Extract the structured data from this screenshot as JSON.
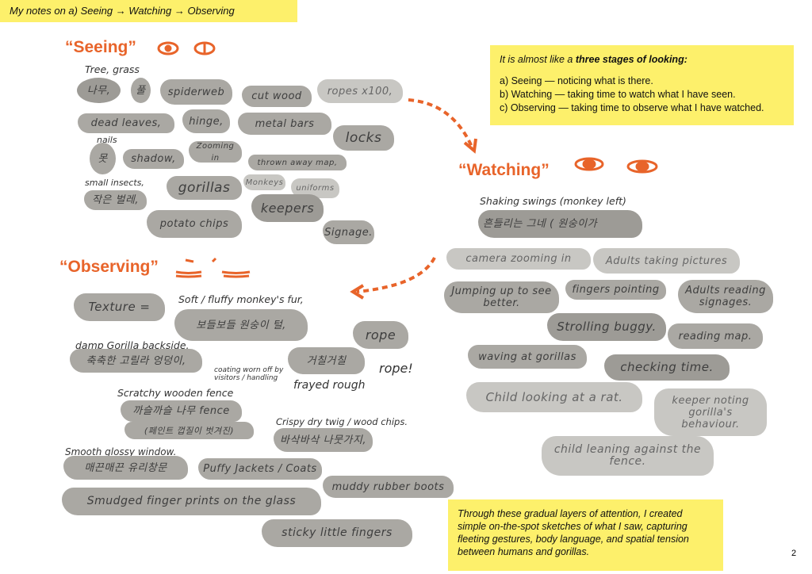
{
  "header": {
    "title": "My notes on a) Seeing → Watching → Observing"
  },
  "stages_box": {
    "intro": "It is almost like a ",
    "intro_bold": "three stages of looking:",
    "items": [
      "a) Seeing — noticing what is there.",
      "b) Watching — taking time to watch what I have seen.",
      "c) Observing — taking time to observe what I have watched."
    ]
  },
  "summary": "Through these gradual layers of attention, I created simple on-the-spot sketches of what I saw, capturing fleeting gestures, body language, and spatial tension between humans and gorillas.",
  "page_number": "2",
  "colors": {
    "accent": "#e8642a",
    "highlight": "#fdf06b",
    "blob": "#aaa8a3"
  },
  "seeing": {
    "title": "“Seeing”",
    "notes": [
      "Tree, grass",
      "nails",
      "small insects,"
    ],
    "blobs": [
      "나무,",
      "풀",
      "spiderweb",
      "cut wood",
      "ropes x100,",
      "dead leaves,",
      "hinge,",
      "metal bars",
      "locks",
      "못",
      "shadow,",
      "Zooming in",
      "thrown away map,",
      "작은 벌레,",
      "gorillas",
      "Monkeys",
      "uniforms",
      "keepers",
      "potato chips",
      "Signage."
    ]
  },
  "watching": {
    "title": "“Watching”",
    "notes": [
      "Shaking swings (monkey left)"
    ],
    "blobs": [
      "흔들리는 그네 ( 원숭이가",
      "camera zooming in",
      "Adults taking pictures",
      "Jumping up to see better.",
      "fingers pointing",
      "Adults reading signages.",
      "Strolling buggy.",
      "reading map.",
      "waving at gorillas",
      "checking time.",
      "Child looking at a rat.",
      "keeper noting gorilla's behaviour.",
      "child leaning against the fence."
    ]
  },
  "observing": {
    "title": "“Observing”",
    "notes": [
      "Soft / fluffy monkey's fur,",
      "damp Gorilla backside,",
      "coating worn off by visitors / handling",
      "rope!",
      "frayed rough",
      "Scratchy wooden fence",
      "Crispy dry twig / wood chips.",
      "Smooth glossy window."
    ],
    "blobs": [
      "Texture =",
      "보들보들 원숭이 털,",
      "rope",
      "거칠거칠",
      "축축한 고릴라 엉덩이,",
      "까슬까슬 나무 fence",
      "(페인트 껍질이 벗겨진)",
      "바삭바삭 나뭇가지,",
      "매끈매끈 유리창문",
      "Puffy Jackets / Coats",
      "muddy rubber boots",
      "Smudged finger prints on the glass",
      "sticky little fingers"
    ]
  }
}
